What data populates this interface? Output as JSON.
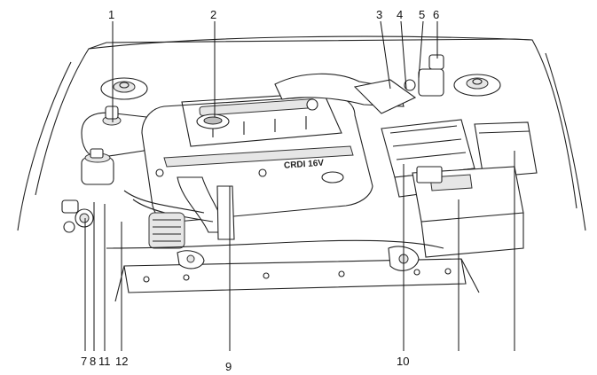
{
  "callouts": {
    "top": [
      "1",
      "2",
      "3",
      "4",
      "5",
      "6"
    ],
    "bottom": [
      "7",
      "8",
      "11",
      "12",
      "9",
      "10"
    ]
  },
  "engine_cover_text": "CRDI 16V",
  "colors": {
    "line": "#111111",
    "background": "#ffffff",
    "shade": "#e6e6e6"
  }
}
